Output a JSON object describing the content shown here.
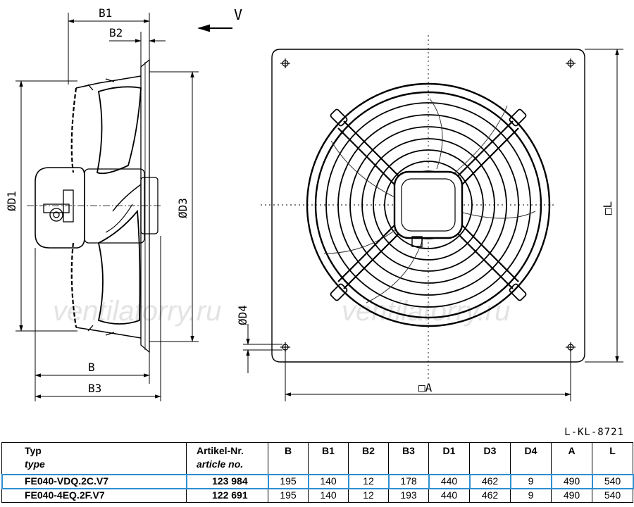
{
  "drawing": {
    "view_arrow_label": "V",
    "side_dims": [
      "B1",
      "B2",
      "ØD1",
      "ØD3",
      "B",
      "B3"
    ],
    "front_dims": [
      "ØD4",
      "□A",
      "□L"
    ],
    "watermark": "ventilatorry.ru",
    "number": "L-KL-8721"
  },
  "table": {
    "columns": [
      {
        "label": "Typ",
        "sub": "type"
      },
      {
        "label": "Artikel-Nr.",
        "sub": "article no."
      },
      {
        "label": "B"
      },
      {
        "label": "B1"
      },
      {
        "label": "B2"
      },
      {
        "label": "B3"
      },
      {
        "label": "D1"
      },
      {
        "label": "D3"
      },
      {
        "label": "D4"
      },
      {
        "label": "A"
      },
      {
        "label": "L"
      }
    ],
    "rows": [
      {
        "type": "FE040-VDQ.2C.V7",
        "article": "123 984",
        "B": "195",
        "B1": "140",
        "B2": "12",
        "B3": "178",
        "D1": "440",
        "D3": "462",
        "D4": "9",
        "A": "490",
        "L": "540",
        "highlight": true
      },
      {
        "type": "FE040-4EQ.2F.V7",
        "article": "122 691",
        "B": "195",
        "B1": "140",
        "B2": "12",
        "B3": "193",
        "D1": "440",
        "D3": "462",
        "D4": "9",
        "A": "490",
        "L": "540",
        "highlight": false
      }
    ]
  },
  "colors": {
    "highlight": "#2f8fd0",
    "watermark": "#e3e3e3"
  }
}
